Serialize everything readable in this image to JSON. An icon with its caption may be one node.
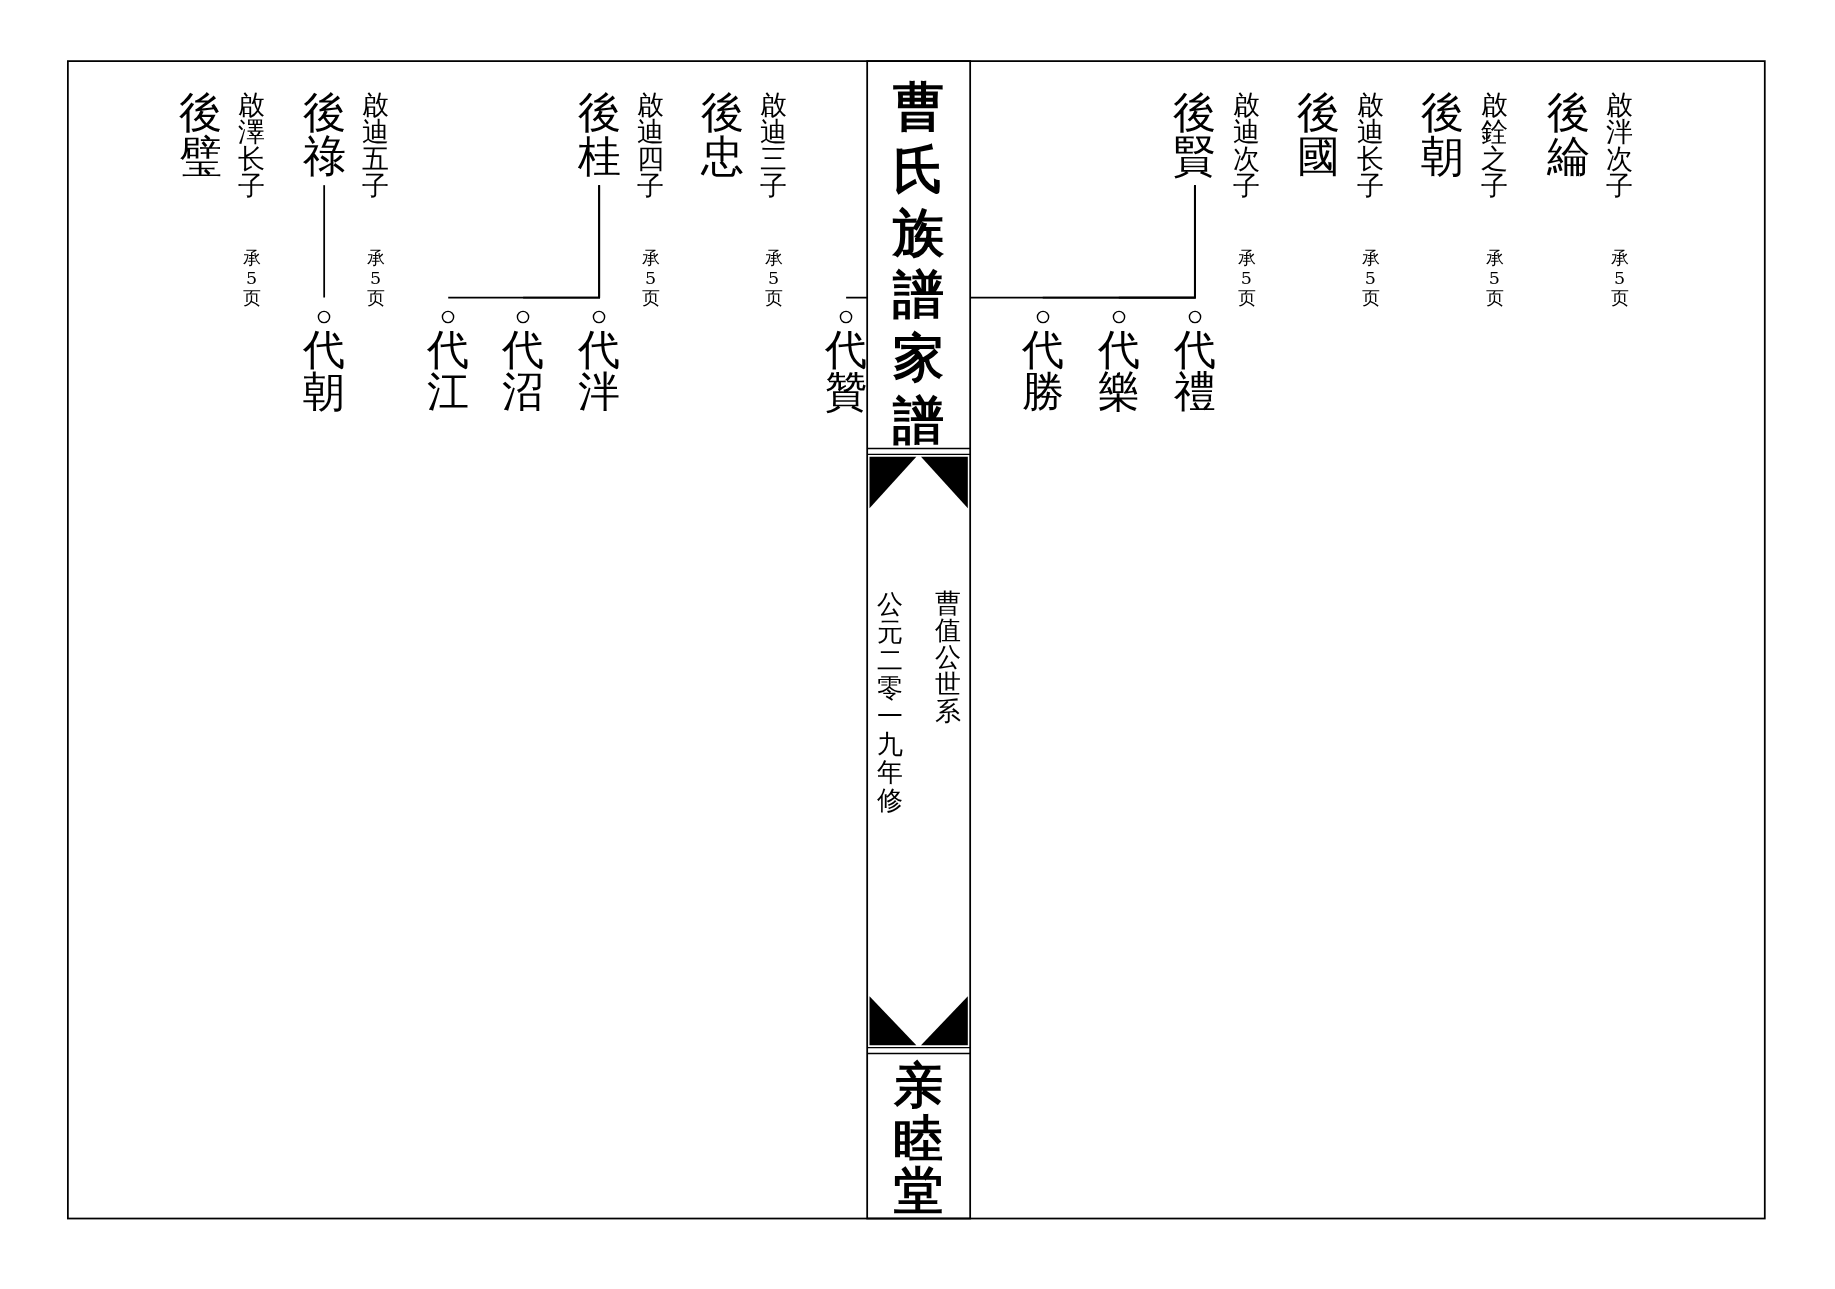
{
  "diagram": {
    "title": "曹氏族譜家譜",
    "nodes": [
      {
        "text": [
          "後綸"
        ],
        "beside": [
          "啟泮次子",
          "承5页"
        ]
      },
      {
        "text": [
          "後朝"
        ],
        "beside": [
          "啟銓之子",
          "承5页"
        ]
      },
      {
        "text": [
          "後國"
        ],
        "beside": [
          "啟迪长子",
          "承5页"
        ]
      },
      {
        "text": [
          "後賢"
        ],
        "beside": [
          "啟迪次子",
          "承5页"
        ]
      },
      {
        "text": [
          "代禮"
        ]
      },
      {
        "text": [
          "代樂"
        ]
      },
      {
        "text": [
          "代勝"
        ]
      },
      {
        "text": [
          "代贊"
        ]
      },
      {
        "text": [
          "後忠"
        ],
        "beside": [
          "啟迪三子",
          "承5页"
        ]
      },
      {
        "text": [
          "後桂"
        ],
        "beside": [
          "啟迪四子",
          "承5页"
        ]
      },
      {
        "text": [
          "代泮"
        ]
      },
      {
        "text": [
          "代沼"
        ]
      },
      {
        "text": [
          "代江"
        ]
      },
      {
        "text": [
          "後祿"
        ],
        "beside": [
          "啟迪五子",
          "承5页"
        ]
      },
      {
        "text": [
          "代朝"
        ]
      },
      {
        "text": [
          "後璧"
        ],
        "beside": [
          "啟澤长子",
          "承5页"
        ]
      }
    ],
    "edges": [
      {
        "from": 3,
        "to": 4,
        "arrow": "none"
      },
      {
        "from": 3,
        "to": 5,
        "arrow": "none"
      },
      {
        "from": 3,
        "to": 6,
        "arrow": "none"
      },
      {
        "from": 3,
        "to": 7,
        "arrow": "none"
      },
      {
        "from": 9,
        "to": 10,
        "arrow": "none"
      },
      {
        "from": 9,
        "to": 11,
        "arrow": "none"
      },
      {
        "from": 9,
        "to": 12,
        "arrow": "none"
      },
      {
        "from": 13,
        "to": 14,
        "arrow": "none"
      }
    ],
    "labels": [
      "曹值公世系",
      "公元二零一九年修",
      "亲睦堂"
    ]
  }
}
